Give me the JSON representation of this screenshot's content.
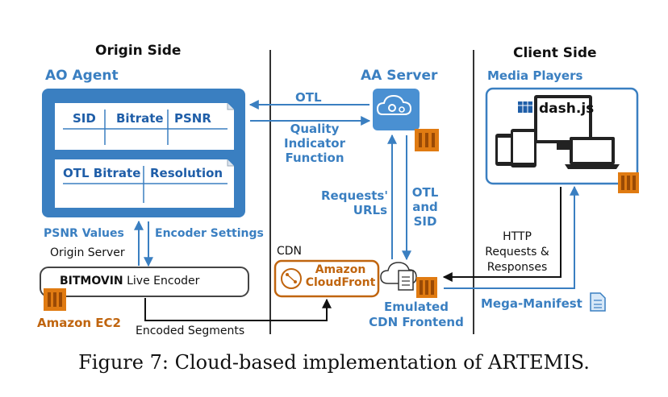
{
  "headers": {
    "origin_side": "Origin Side",
    "client_side": "Client Side"
  },
  "ao_agent": {
    "title": "AO Agent",
    "table1": [
      "SID",
      "Bitrate",
      "PSNR"
    ],
    "table2": [
      "OTL Bitrate",
      "Resolution"
    ]
  },
  "aa_server": {
    "title": "AA Server"
  },
  "media_players": {
    "title": "Media Players",
    "dashjs_label": "dash.js"
  },
  "labels": {
    "otl": "OTL",
    "quality_indicator": [
      "Quality",
      "Indicator",
      "Function"
    ],
    "requests_urls": [
      "Requests'",
      "URLs"
    ],
    "otl_and_sid": [
      "OTL",
      "and",
      "SID"
    ],
    "psnr_values": "PSNR Values",
    "encoder_settings": "Encoder Settings",
    "origin_server": "Origin Server",
    "cdn": "CDN",
    "http": [
      "HTTP",
      "Requests &",
      "Responses"
    ],
    "mega_manifest": "Mega-Manifest",
    "emulated_cdn": [
      "Emulated",
      "CDN Frontend"
    ],
    "encoded_segments": "Encoded Segments",
    "amazon_ec2": "Amazon EC2"
  },
  "encoder": {
    "brand": "BITMOVIN",
    "label": "Live Encoder"
  },
  "cloudfront": {
    "line1": "Amazon",
    "line2": "CloudFront"
  },
  "caption": "Figure 7: Cloud-based implementation of ARTEMIS.",
  "colors": {
    "blue": "#3a7fc1",
    "dark_blue": "#1f5ea8",
    "orange": "#c0650f",
    "aws_orange": "#e07b12"
  }
}
